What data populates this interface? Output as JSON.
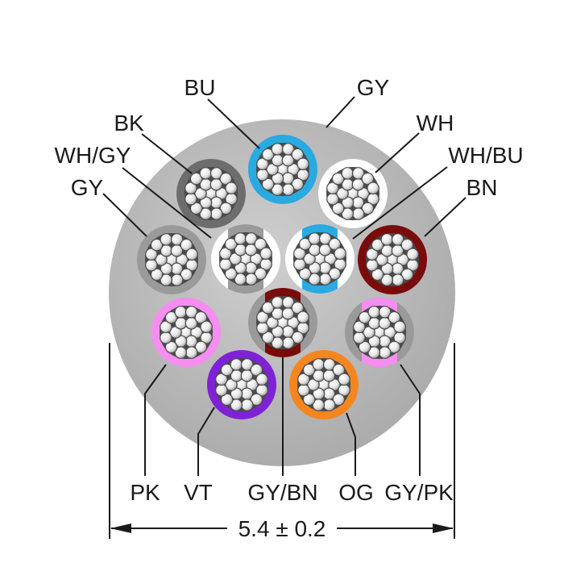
{
  "diagram": {
    "labels": {
      "bu": "BU",
      "gy_top": "GY",
      "bk": "BK",
      "wh": "WH",
      "wh_gy": "WH/GY",
      "wh_bu": "WH/BU",
      "gy_left": "GY",
      "bn": "BN",
      "pk": "PK",
      "vt": "VT",
      "gy_bn": "GY/BN",
      "og": "OG",
      "gy_pk": "GY/PK"
    },
    "dimension": "5.4 ± 0.2",
    "colors": {
      "jacket": "#b3b3b3",
      "blue": "#29aae1",
      "black": "#6d6d6d",
      "white": "#ffffff",
      "brown": "#7a0b0b",
      "grey": "#9a9a9a",
      "pink": "#f58ef0",
      "violet": "#7f22d6",
      "orange": "#f5861f",
      "strand": "#4a4a4a"
    }
  }
}
